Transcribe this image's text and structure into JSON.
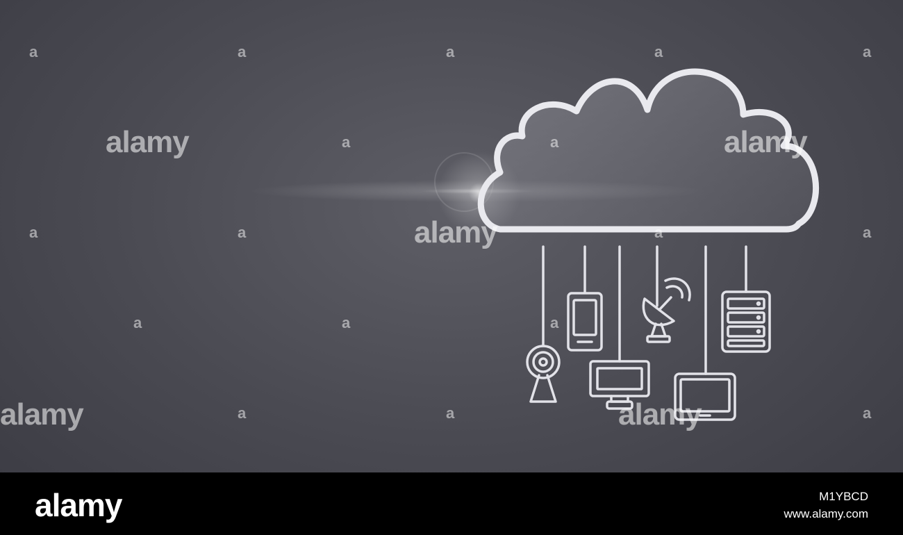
{
  "watermark": {
    "text": "alamy",
    "mark": "a"
  },
  "footer": {
    "logo": "alamy",
    "image_id": "M1YBCD",
    "site": "www.alamy.com"
  },
  "colors": {
    "background": "#4a4a52",
    "footer": "#000000",
    "line": "#e6e6ea"
  },
  "icons": [
    "cloud-icon",
    "antenna-tower-icon",
    "smartphone-icon",
    "desktop-monitor-icon",
    "satellite-dish-icon",
    "tablet-icon",
    "server-icon"
  ]
}
